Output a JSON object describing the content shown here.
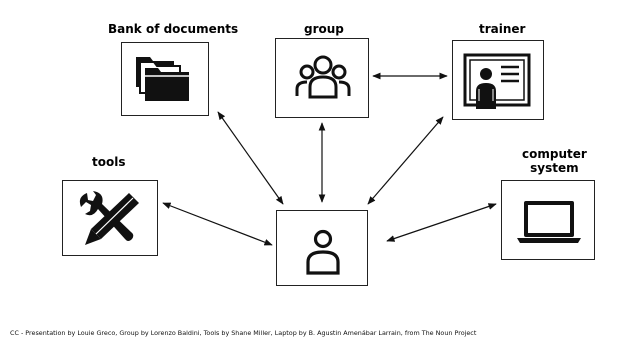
{
  "nodes": {
    "bank": {
      "label": "Bank of documents"
    },
    "group": {
      "label": "group"
    },
    "trainer": {
      "label": "trainer"
    },
    "tools": {
      "label": "tools"
    },
    "computer": {
      "label_line1": "computer",
      "label_line2": "system"
    },
    "learner": {
      "label": ""
    }
  },
  "credit": "CC - Presentation by Louie Greco, Group by Lorenzo Baldini, Tools by Shane Miller, Laptop by B. Agustin Amenábar Larrain, from The Noun Project",
  "icons": {
    "bank": "folders-icon",
    "group": "group-of-people-icon",
    "trainer": "presentation-icon",
    "tools": "tools-icon",
    "computer": "laptop-icon",
    "learner": "person-icon"
  }
}
